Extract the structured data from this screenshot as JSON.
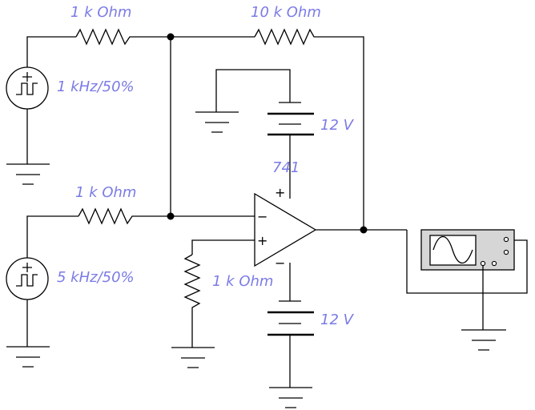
{
  "colors": {
    "label": "#7b7be6",
    "wire": "#000000",
    "scope_body": "#d6d6d6"
  },
  "components": {
    "r_in1": "1 k Ohm",
    "r_feedback": "10 k Ohm",
    "r_in2": "1 k Ohm",
    "r_ground": "1 k Ohm",
    "source1": "1 kHz/50%",
    "source2": "5 kHz/50%",
    "opamp": "741",
    "supply_pos": "12 V",
    "supply_neg": "12 V"
  },
  "symbols": {
    "plus": "+",
    "minus": "−",
    "neg_terminal": "−"
  },
  "icons": {
    "square_wave_source": "square-wave-source-icon",
    "oscilloscope": "oscilloscope-icon",
    "ground": "ground-icon",
    "resistor": "resistor-icon",
    "battery": "battery-icon",
    "opamp": "opamp-triangle-icon"
  }
}
